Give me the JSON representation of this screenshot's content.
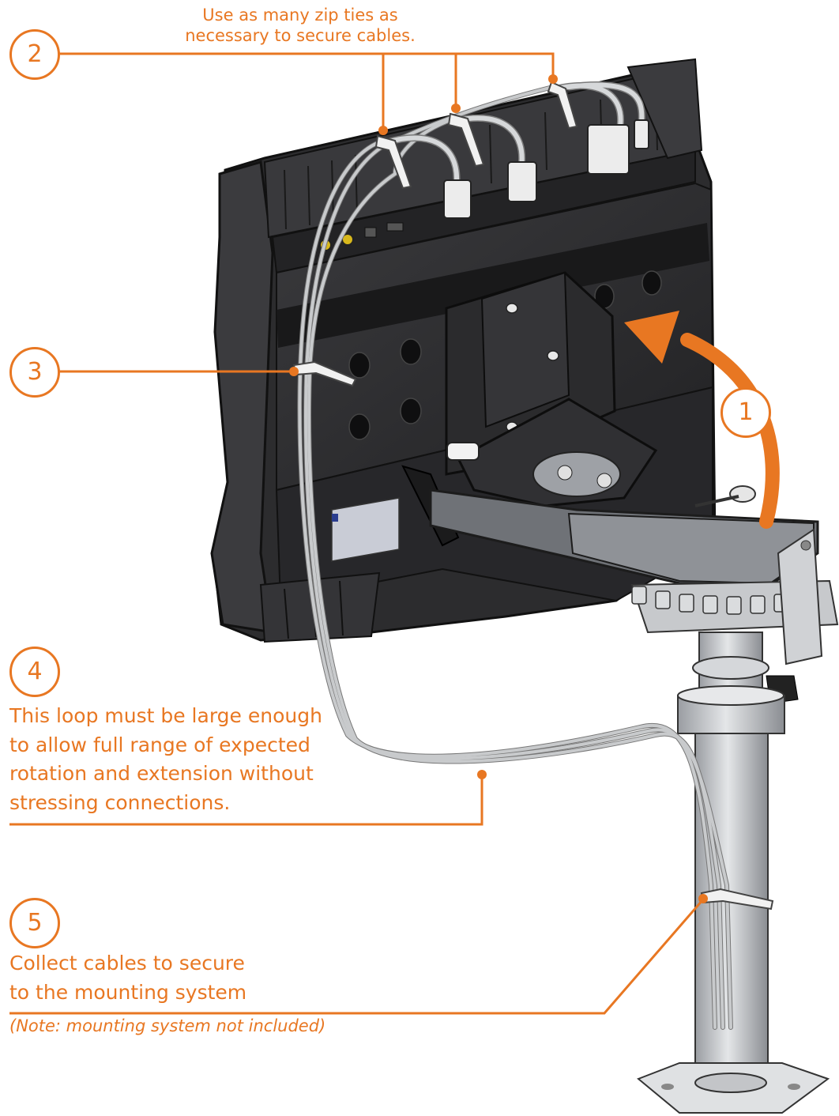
{
  "colors": {
    "accent": "#e87722",
    "device_body": "#2f2f31",
    "device_dark": "#1e1e20",
    "metal": "#8e9196",
    "metal_light": "#c9cbce",
    "cable": "#b9bbbe"
  },
  "callouts": [
    {
      "number": "1",
      "text_lines": []
    },
    {
      "number": "2",
      "text_lines": [
        "Use as many zip ties as",
        "necessary to secure cables."
      ]
    },
    {
      "number": "3",
      "text_lines": []
    },
    {
      "number": "4",
      "text_lines": [
        "This loop must be large enough",
        "to allow full range of expected",
        "rotation and extension without",
        "stressing connections."
      ]
    },
    {
      "number": "5",
      "text_lines": [
        "Collect cables to secure",
        "to the mounting system"
      ],
      "note": "(Note: mounting system not included)"
    }
  ],
  "icons": [
    "rotation-arrow-icon",
    "zip-tie-icon"
  ]
}
